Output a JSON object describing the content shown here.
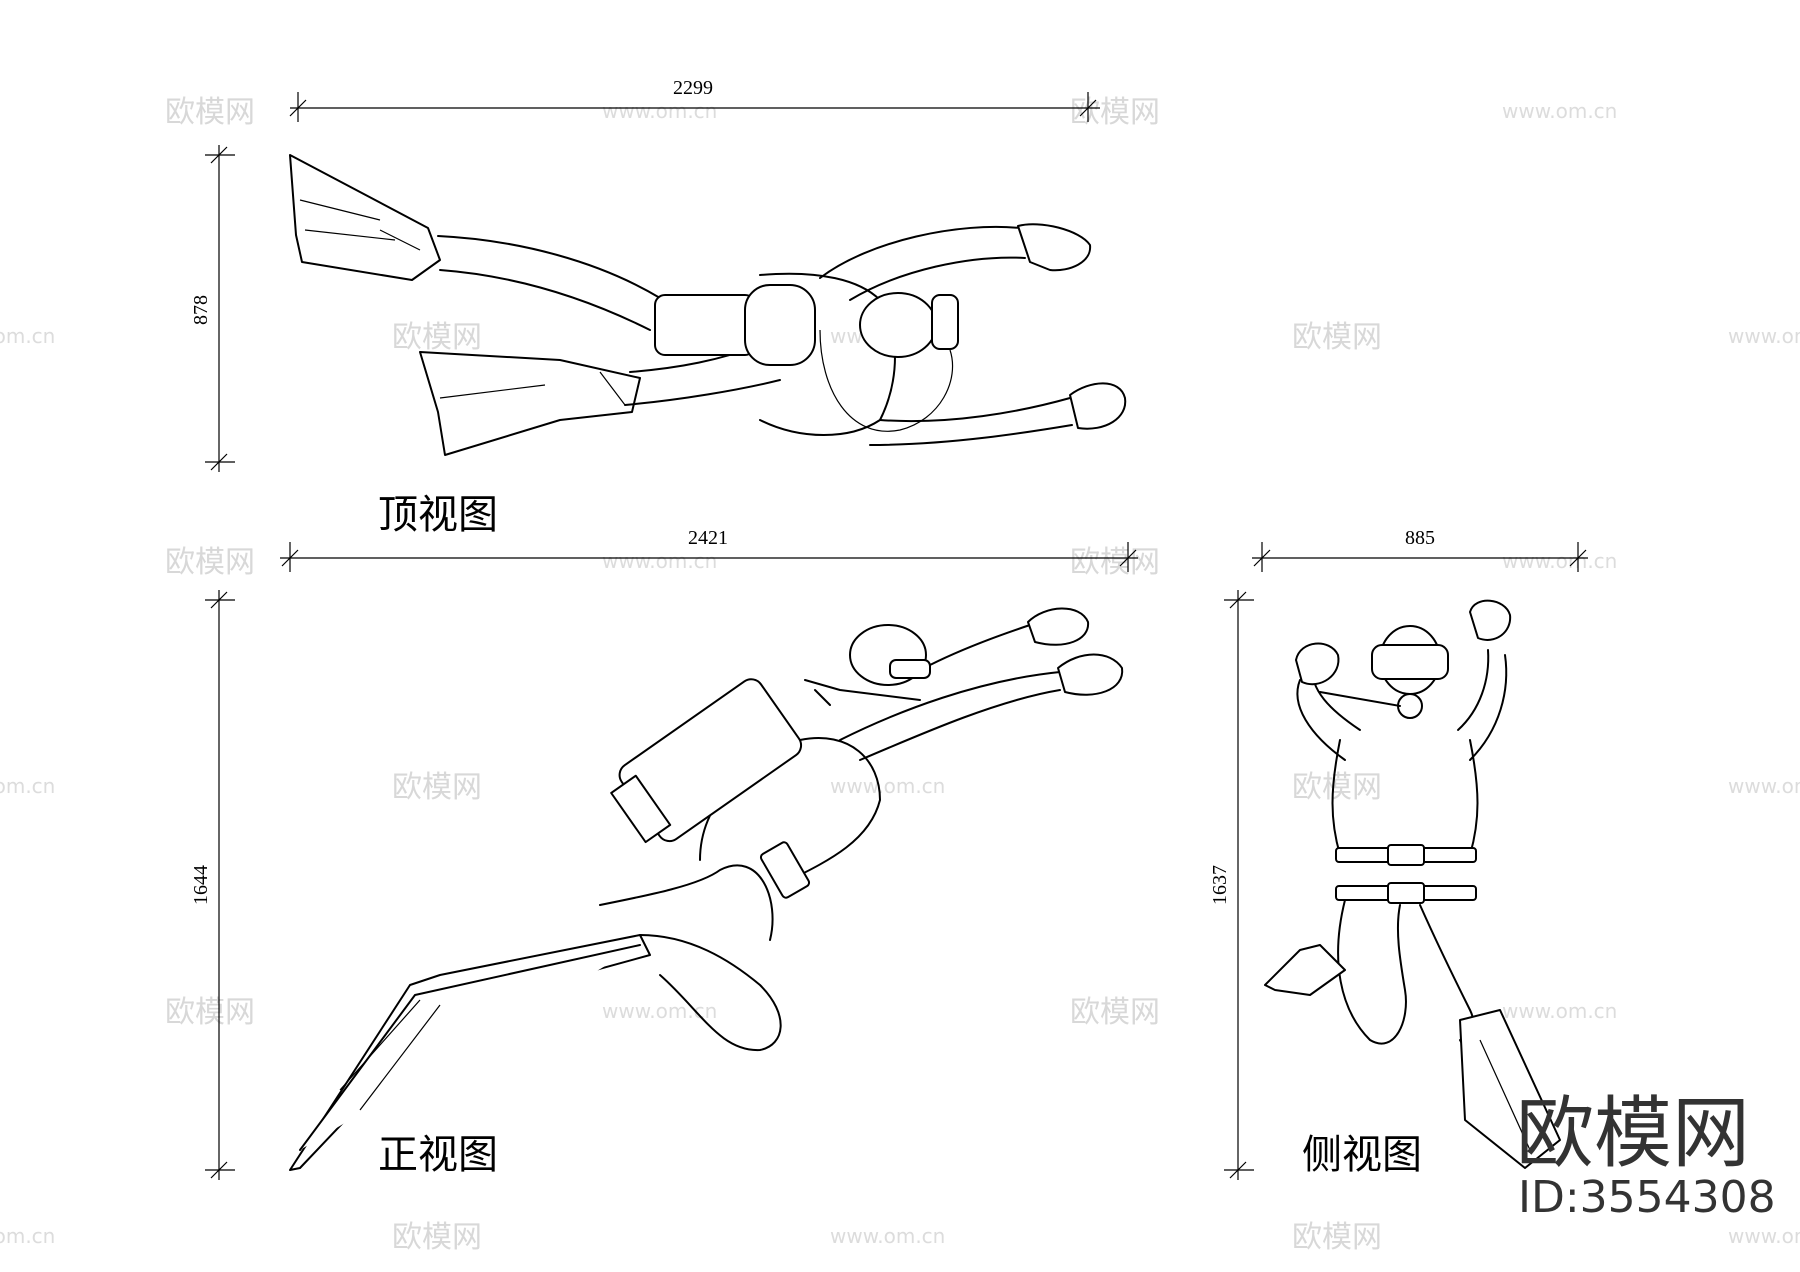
{
  "views": {
    "top": {
      "title": "顶视图",
      "width_dim": "2299",
      "height_dim": "878"
    },
    "front": {
      "title": "正视图",
      "width_dim": "2421",
      "height_dim": "1644"
    },
    "side": {
      "title": "侧视图",
      "width_dim": "885",
      "height_dim": "1637"
    }
  },
  "watermarks": {
    "brand_text": "欧模网",
    "url_text": "www.om.cn"
  },
  "brand": {
    "name": "欧模网",
    "id": "ID:3554308"
  }
}
